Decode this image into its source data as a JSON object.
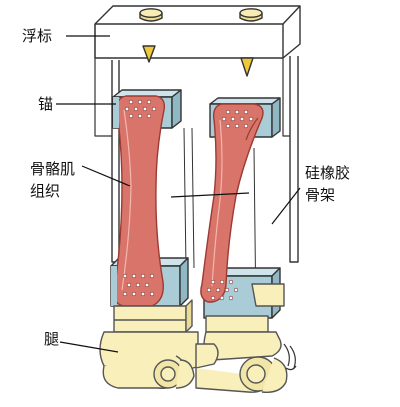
{
  "labels": {
    "float": "浮标",
    "anchor": "锚",
    "muscle_line1": "骨骼肌",
    "muscle_line2": "组织",
    "skeleton_line1": "硅橡胶",
    "skeleton_line2": "骨架",
    "leg": "腿"
  },
  "colors": {
    "float_fill": "#ffffff",
    "float_stroke": "#333333",
    "knob": "#eedb8e",
    "spike": "#f0c93a",
    "anchor_block": "#a9ccd6",
    "muscle": "#d9746a",
    "muscle_edge": "#9c3a33",
    "leg": "#f8efbb",
    "leg_stroke": "#555555",
    "outline": "#333333"
  }
}
